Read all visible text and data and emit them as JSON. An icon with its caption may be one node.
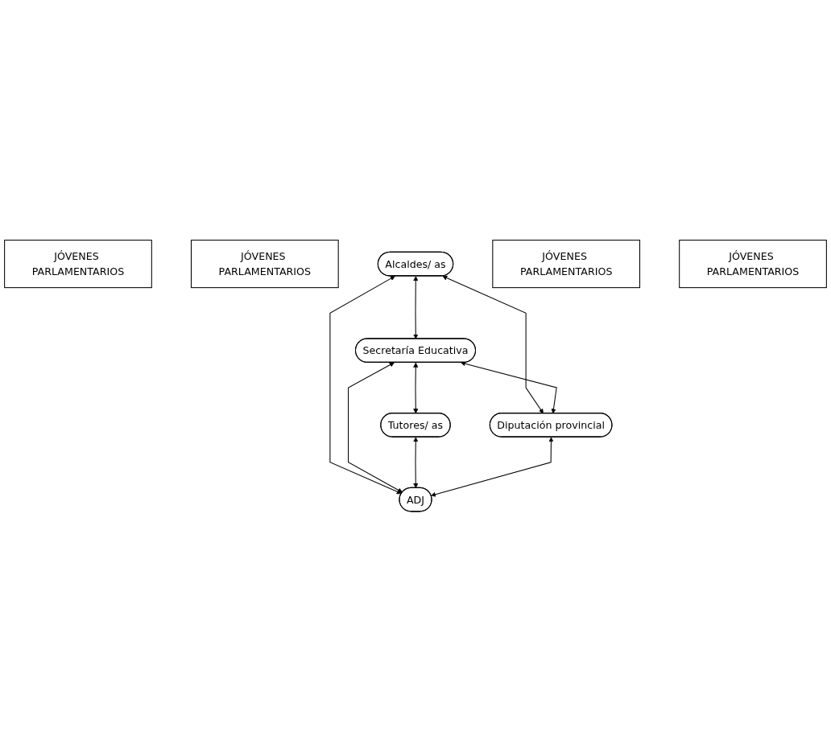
{
  "diagram": {
    "nodes": [
      {
        "text": [
          "JÓVENES PARLAMENTARIOS"
        ]
      },
      {
        "text": [
          "JÓVENES PARLAMENTARIOS"
        ]
      },
      {
        "text": [
          "Alcaldes/ as"
        ]
      },
      {
        "text": [
          "Secretaría Educativa"
        ]
      },
      {
        "text": [
          "Tutores/ as"
        ]
      },
      {
        "text": [
          "Diputación provincial"
        ]
      },
      {
        "text": [
          "ADJ"
        ]
      },
      {
        "text": [
          "JÓVENES PARLAMENTARIOS"
        ]
      },
      {
        "text": [
          "JÓVENES PARLAMENTARIOS"
        ]
      }
    ],
    "edges": [
      {
        "from": 2,
        "to": 3,
        "arrow": "both"
      },
      {
        "from": 2,
        "to": 5,
        "arrow": "both"
      },
      {
        "from": 2,
        "to": 6,
        "arrow": "both"
      },
      {
        "from": 3,
        "to": 5,
        "arrow": "both"
      },
      {
        "from": 3,
        "to": 6,
        "arrow": "both"
      },
      {
        "from": 3,
        "to": 4,
        "arrow": "both"
      },
      {
        "from": 4,
        "to": 6,
        "arrow": "both"
      },
      {
        "from": 5,
        "to": 6,
        "arrow": "both"
      }
    ]
  }
}
